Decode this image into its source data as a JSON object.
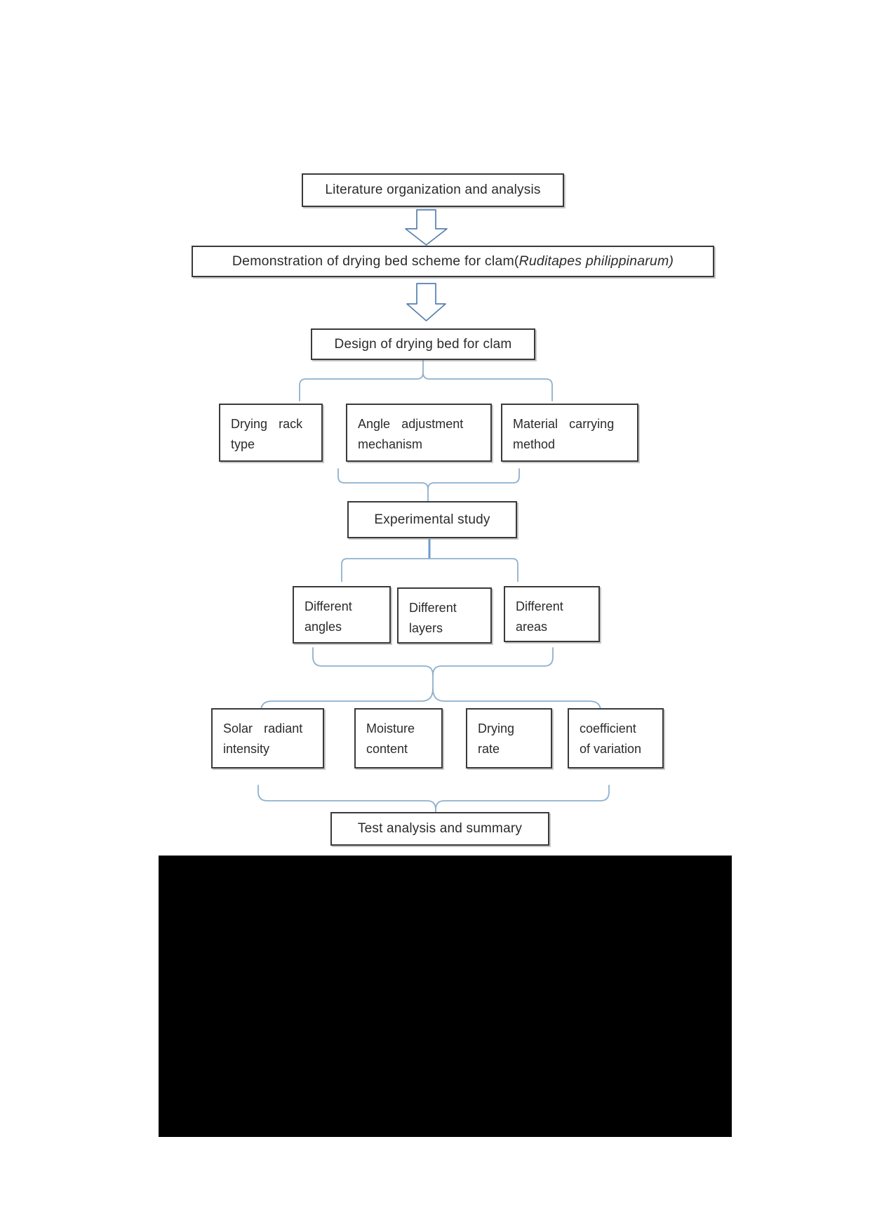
{
  "colors": {
    "box_border": "#3a3a3a",
    "connector": "#8fb0cd",
    "stem": "#6d9ccf",
    "arrow_outline": "#5580ad",
    "redaction": "#000000",
    "text": "#2b2b2b"
  },
  "flowchart": {
    "boxes": {
      "literature": {
        "label": "Literature organization and analysis"
      },
      "demonstration": {
        "prefix": "Demonstration of drying bed scheme for clam(",
        "italic": "Ruditapes philippinarum)"
      },
      "design": {
        "label": "Design of drying bed for clam"
      },
      "rack": {
        "line1": "Drying rack",
        "line2": "type"
      },
      "angle": {
        "line1": "Angle adjustment",
        "line2": "mechanism"
      },
      "material": {
        "line1": "Material carrying",
        "line2": "method"
      },
      "experimental": {
        "label": "Experimental study"
      },
      "angles": {
        "line1": "Different",
        "line2": "angles"
      },
      "layers": {
        "line1": "Different",
        "line2": "layers"
      },
      "areas": {
        "line1": "Different",
        "line2": "areas"
      },
      "solar": {
        "line1": "Solar radiant",
        "line2": "intensity"
      },
      "moisture": {
        "line1": "Moisture",
        "line2": "content"
      },
      "drying": {
        "line1": "Drying",
        "line2": "rate"
      },
      "coefficient": {
        "line1": "coefficient",
        "line2": "of variation"
      },
      "test": {
        "label": "Test analysis and summary"
      }
    }
  }
}
